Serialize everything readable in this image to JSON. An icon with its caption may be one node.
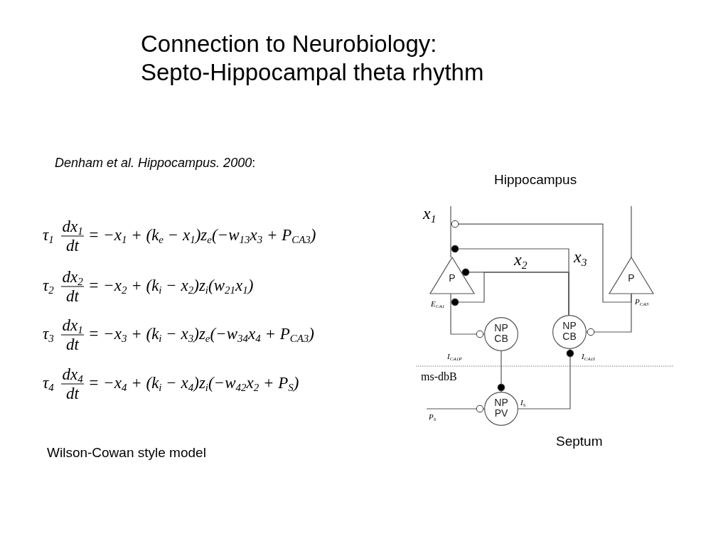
{
  "diagram": {
    "title": "Connection to Neurobiology: Septo-Hippocampal theta rhythm",
    "nodes": [
      {
        "text": [
          "P"
        ]
      },
      {
        "text": [
          "P"
        ]
      },
      {
        "text": [
          "NP CB"
        ]
      },
      {
        "text": [
          "NP CB"
        ]
      },
      {
        "text": [
          "NP PV"
        ]
      }
    ],
    "edges": [
      {
        "from": 1,
        "to": 0,
        "arrow": "other"
      },
      {
        "from": 3,
        "to": 0,
        "arrow": "other"
      },
      {
        "from": 3,
        "to": 0,
        "arrow": "other"
      },
      {
        "from": 3,
        "to": 0,
        "arrow": "other"
      },
      {
        "from": 0,
        "to": 2,
        "arrow": "other"
      },
      {
        "from": 1,
        "to": 3,
        "arrow": "other"
      },
      {
        "from": 2,
        "to": 4,
        "arrow": "other"
      },
      {
        "from": 4,
        "to": 3,
        "arrow": "other"
      },
      {
        "from": null,
        "to": 4,
        "arrow": "other"
      }
    ],
    "labels": [
      "*Denham et al. Hippocampus. 2000*:",
      "Hippocampus",
      "x$_{1}$",
      "τ$_{1}$",
      "dx$_{1}$",
      "dt",
      "= −x$_{1}$ + (k$_{e}$ − x$_{1}$)z$_{e}$(−w$_{13}$x$_{3}$ + P$_{CA3}$)",
      "x$_{3}$",
      "x$_{2}$",
      "τ$_{2}$",
      "dx$_{2}$",
      "dt",
      "= −x$_{2}$ + (k$_{i}$ − x$_{2}$)z$_{i}$(w$_{21}$x$_{1}$)",
      "E$_{CA1}$",
      "P$_{CA3}$",
      "τ$_{3}$",
      "dx$_{1}$",
      "dt",
      "= −x$_{3}$ + (k$_{i}$ − x$_{3}$)z$_{e}$(−w$_{34}$x$_{4}$ + P$_{CA3}$)",
      "I$_{CA1P}$",
      "I$_{CA1I}$",
      "ms-dbB",
      "τ$_{4}$",
      "dx$_{4}$",
      "dt",
      "= −x$_{4}$ + (k$_{i}$ − x$_{4}$)z$_{i}$(−w$_{42}$x$_{2}$ + P$_{S}$)",
      "I$_{S}$",
      "P$_{S}$",
      "Septum",
      "Wilson-Cowan style model"
    ]
  }
}
